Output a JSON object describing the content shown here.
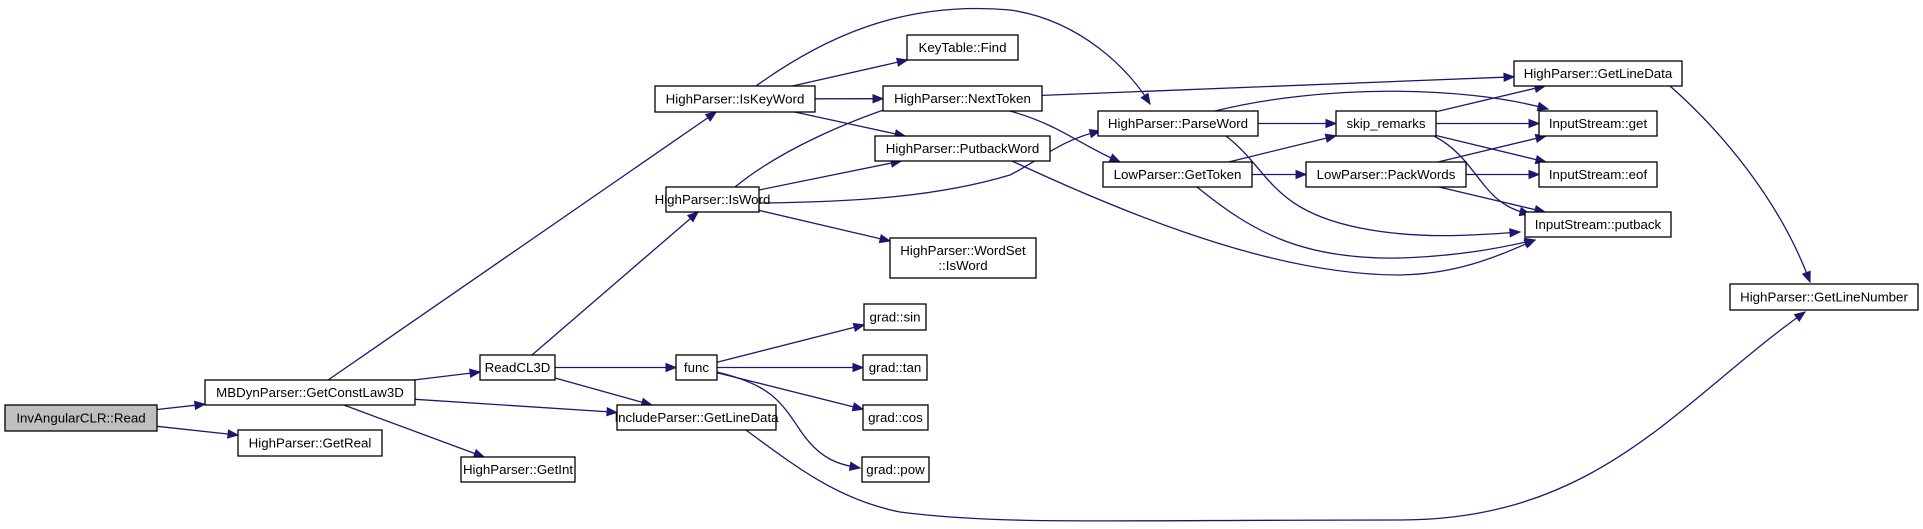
{
  "diagram": {
    "type": "call-graph",
    "colors": {
      "edge": "#191970",
      "root_fill": "#bfbfbf",
      "node_fill": "#ffffff",
      "node_border": "#000000"
    },
    "nodes": [
      {
        "id": "root",
        "label": [
          "InvAngularCLR::Read"
        ],
        "root": true
      },
      {
        "id": "getconstlaw3d",
        "label": [
          "MBDynParser::GetConstLaw3D"
        ]
      },
      {
        "id": "getreal",
        "label": [
          "HighParser::GetReal"
        ]
      },
      {
        "id": "getint",
        "label": [
          "HighParser::GetInt"
        ]
      },
      {
        "id": "readcl3d",
        "label": [
          "ReadCL3D"
        ]
      },
      {
        "id": "iskeyword",
        "label": [
          "HighParser::IsKeyWord"
        ]
      },
      {
        "id": "isword",
        "label": [
          "HighParser::IsWord"
        ]
      },
      {
        "id": "includegetlinedata",
        "label": [
          "IncludeParser::GetLineData"
        ]
      },
      {
        "id": "func",
        "label": [
          "func"
        ]
      },
      {
        "id": "keytablefind",
        "label": [
          "KeyTable::Find"
        ]
      },
      {
        "id": "nexttoken",
        "label": [
          "HighParser::NextToken"
        ]
      },
      {
        "id": "putbackword",
        "label": [
          "HighParser::PutbackWord"
        ]
      },
      {
        "id": "wordsetisword",
        "label": [
          "HighParser::WordSet",
          "::IsWord"
        ]
      },
      {
        "id": "gradsin",
        "label": [
          "grad::sin"
        ]
      },
      {
        "id": "gradtan",
        "label": [
          "grad::tan"
        ]
      },
      {
        "id": "gradcos",
        "label": [
          "grad::cos"
        ]
      },
      {
        "id": "gradpow",
        "label": [
          "grad::pow"
        ]
      },
      {
        "id": "parseword",
        "label": [
          "HighParser::ParseWord"
        ]
      },
      {
        "id": "gettoken",
        "label": [
          "LowParser::GetToken"
        ]
      },
      {
        "id": "skipremarks",
        "label": [
          "skip_remarks"
        ]
      },
      {
        "id": "packwords",
        "label": [
          "LowParser::PackWords"
        ]
      },
      {
        "id": "highgetlinedata",
        "label": [
          "HighParser::GetLineData"
        ]
      },
      {
        "id": "isget",
        "label": [
          "InputStream::get"
        ]
      },
      {
        "id": "iseof",
        "label": [
          "InputStream::eof"
        ]
      },
      {
        "id": "isputback",
        "label": [
          "InputStream::putback"
        ]
      },
      {
        "id": "getlinenumber",
        "label": [
          "HighParser::GetLineNumber"
        ]
      }
    ],
    "edges": [
      [
        "root",
        "getconstlaw3d"
      ],
      [
        "root",
        "getreal"
      ],
      [
        "getconstlaw3d",
        "iskeyword"
      ],
      [
        "getconstlaw3d",
        "readcl3d"
      ],
      [
        "getconstlaw3d",
        "includegetlinedata"
      ],
      [
        "getconstlaw3d",
        "getint"
      ],
      [
        "readcl3d",
        "isword"
      ],
      [
        "readcl3d",
        "func"
      ],
      [
        "readcl3d",
        "includegetlinedata"
      ],
      [
        "iskeyword",
        "keytablefind"
      ],
      [
        "iskeyword",
        "nexttoken"
      ],
      [
        "iskeyword",
        "putbackword"
      ],
      [
        "iskeyword",
        "parseword"
      ],
      [
        "isword",
        "nexttoken"
      ],
      [
        "isword",
        "putbackword"
      ],
      [
        "isword",
        "parseword"
      ],
      [
        "isword",
        "wordsetisword"
      ],
      [
        "func",
        "gradsin"
      ],
      [
        "func",
        "gradtan"
      ],
      [
        "func",
        "gradcos"
      ],
      [
        "func",
        "gradpow"
      ],
      [
        "includegetlinedata",
        "getlinenumber"
      ],
      [
        "nexttoken",
        "highgetlinedata"
      ],
      [
        "nexttoken",
        "gettoken"
      ],
      [
        "putbackword",
        "isputback"
      ],
      [
        "parseword",
        "skipremarks"
      ],
      [
        "parseword",
        "isget"
      ],
      [
        "parseword",
        "isputback"
      ],
      [
        "gettoken",
        "skipremarks"
      ],
      [
        "gettoken",
        "packwords"
      ],
      [
        "gettoken",
        "isputback"
      ],
      [
        "skipremarks",
        "highgetlinedata"
      ],
      [
        "skipremarks",
        "isget"
      ],
      [
        "skipremarks",
        "iseof"
      ],
      [
        "skipremarks",
        "isputback"
      ],
      [
        "packwords",
        "isget"
      ],
      [
        "packwords",
        "iseof"
      ],
      [
        "packwords",
        "isputback"
      ],
      [
        "highgetlinedata",
        "getlinenumber"
      ]
    ]
  }
}
